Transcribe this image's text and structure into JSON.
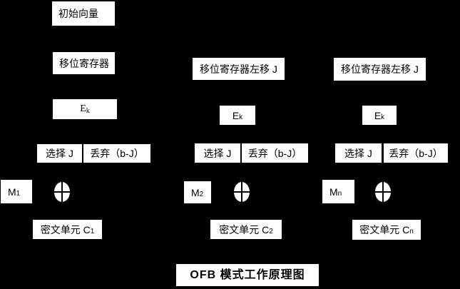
{
  "colors": {
    "background": "#000000",
    "node_fill": "#ffffff",
    "node_text": "#000000"
  },
  "title": "OFB 模式工作原理图",
  "symbols": {
    "xor": "⊕"
  },
  "col1": {
    "iv": "初始向量",
    "shift_register": "移位寄存器",
    "ek": {
      "base": "E",
      "sub": "k"
    },
    "select": "选择 J",
    "discard": "丢弃（b-J）",
    "m": {
      "base": "M",
      "sub": "1"
    },
    "cipher_unit": {
      "base": "密文单元 C",
      "sub": "1"
    }
  },
  "col2": {
    "shift_register": "移位寄存器左移 J",
    "ek": {
      "base": "E",
      "sub": "k"
    },
    "select": "选择 J",
    "discard": "丢弃（b-J）",
    "m": {
      "base": "M",
      "sub": "2"
    },
    "cipher_unit": {
      "base": "密文单元 C",
      "sub": "2"
    }
  },
  "col3": {
    "shift_register": "移位寄存器左移 J",
    "ek": {
      "base": "E",
      "sub": "k"
    },
    "select": "选择 J",
    "discard": "丢弃（b-J）",
    "m": {
      "base": "M",
      "sub": "n"
    },
    "cipher_unit": {
      "base": "密文单元 C",
      "sub": "n"
    }
  }
}
